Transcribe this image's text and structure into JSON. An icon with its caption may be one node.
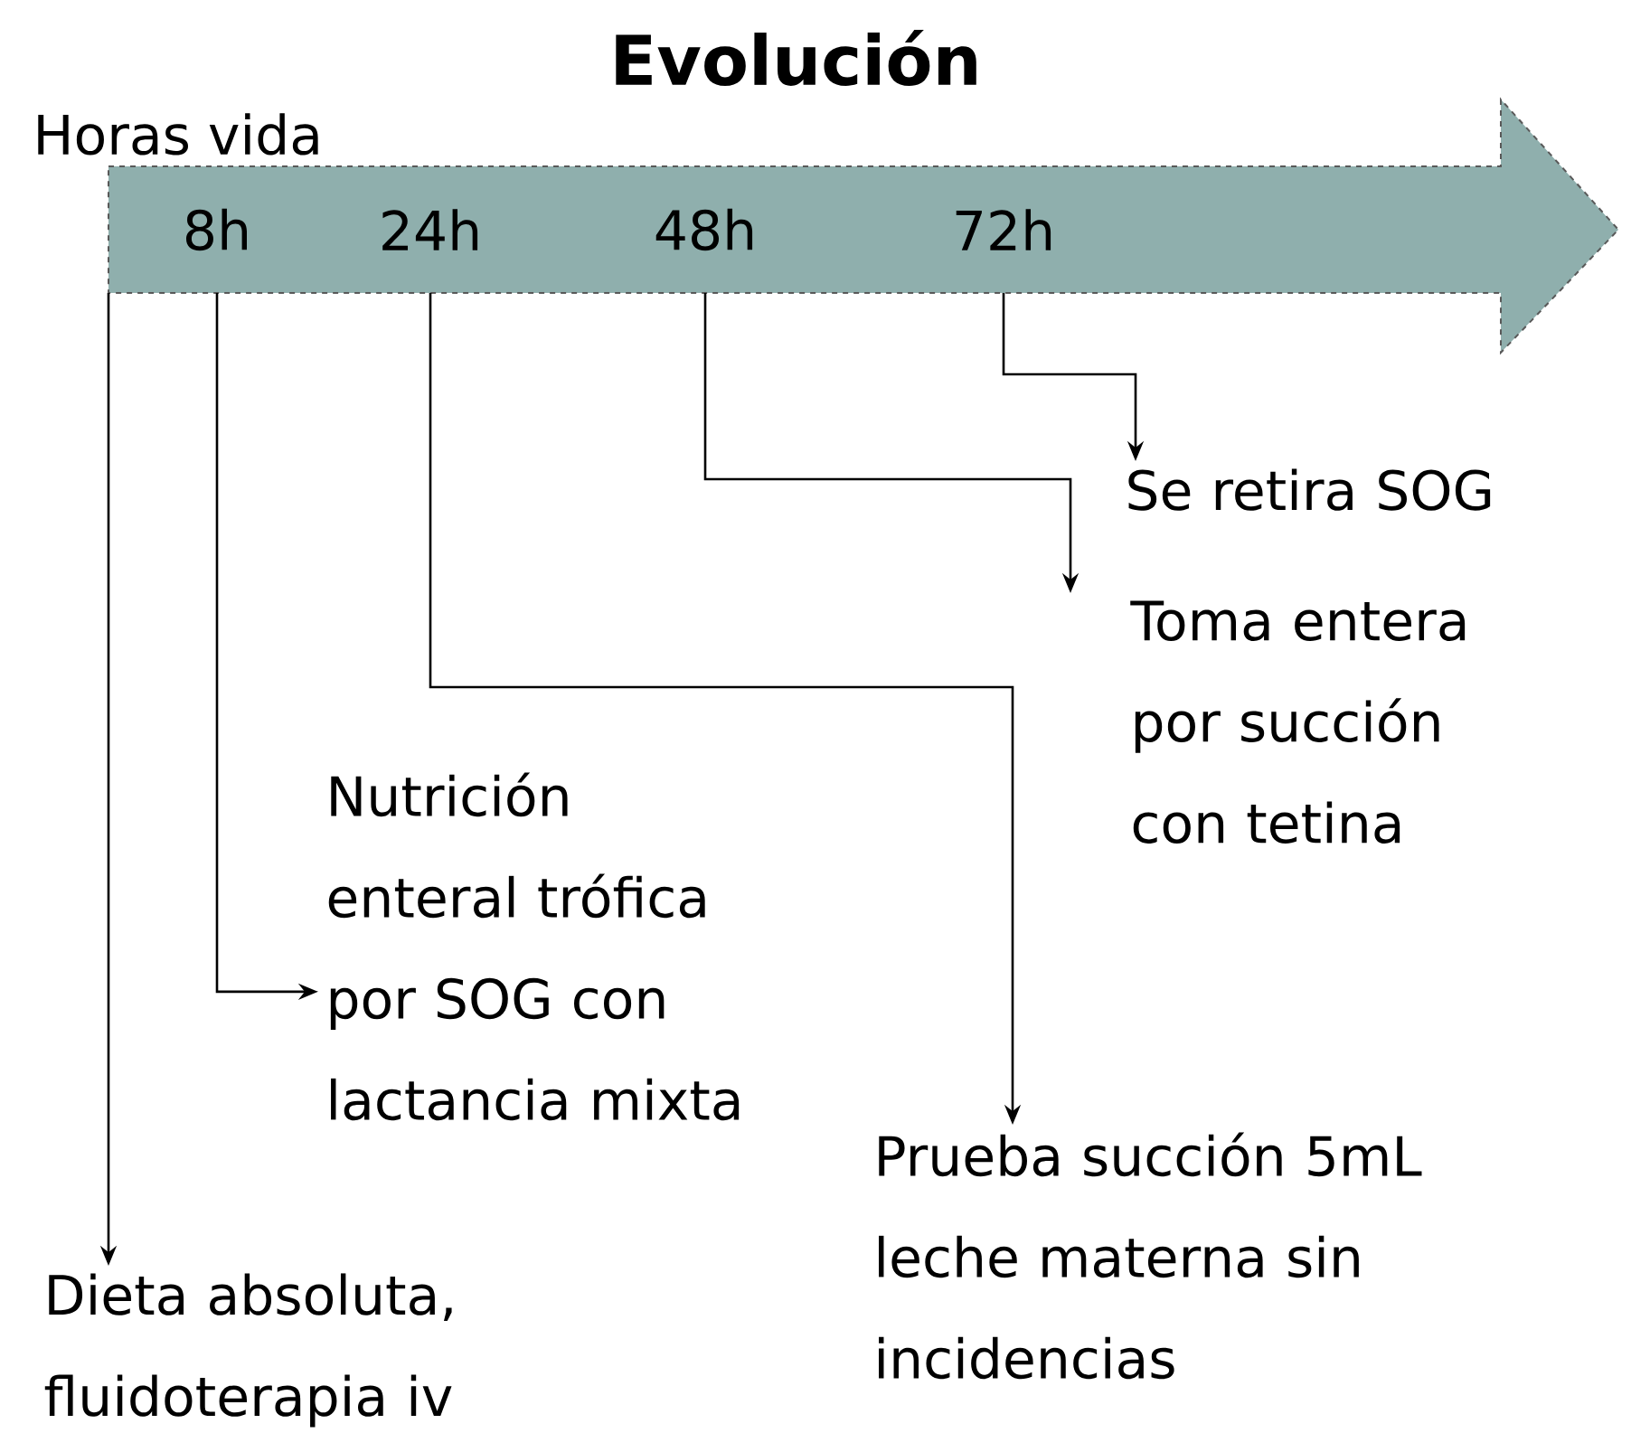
{
  "diagram": {
    "title": "Evolución",
    "nodes": [
      {
        "text": [],
        "shape": "arrow",
        "beside": [
          "Horas vida"
        ]
      },
      {
        "text": [
          "8h"
        ],
        "in": 0
      },
      {
        "text": [
          "24h"
        ],
        "in": 0
      },
      {
        "text": [
          "48h"
        ],
        "in": 0
      },
      {
        "text": [
          "72h"
        ],
        "in": 0
      },
      {
        "text": [
          "Dieta absoluta, fluidoterapia iv"
        ]
      },
      {
        "text": [
          "Nutrición enteral trófica por SOG con lactancia mixta"
        ]
      },
      {
        "text": [
          "Prueba succión 5mL leche materna sin incidencias"
        ]
      },
      {
        "text": [
          "Toma entera por succión con tetina"
        ]
      },
      {
        "text": [
          "Se retira SOG"
        ]
      }
    ],
    "edges": [
      {
        "from": 0,
        "to": 5,
        "arrow": "to"
      },
      {
        "from": 1,
        "to": 6,
        "arrow": "to"
      },
      {
        "from": 2,
        "to": 7,
        "arrow": "to"
      },
      {
        "from": 3,
        "to": 8,
        "arrow": "to"
      },
      {
        "from": 4,
        "to": 9,
        "arrow": "to"
      }
    ]
  }
}
